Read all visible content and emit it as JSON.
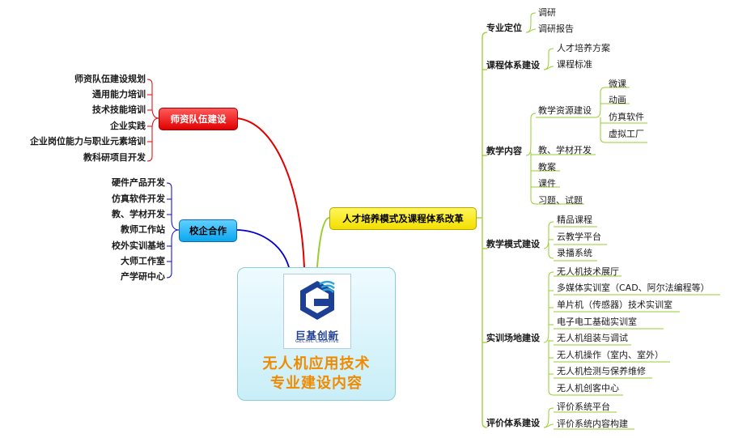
{
  "center": {
    "logo_cn": "巨基创新",
    "logo_en": "GECHIC CREATIVE",
    "title_line1": "无人机应用技术",
    "title_line2": "专业建设内容"
  },
  "colors": {
    "teacher_branch": "#e00000",
    "school_branch": "#0000cc",
    "talent_branch": "#9acd32"
  },
  "teacher": {
    "label": "师资队伍建设",
    "items": [
      "师资队伍建设规划",
      "通用能力培训",
      "技术技能培训",
      "企业实践",
      "企业岗位能力与职业元素培训",
      "教科研项目开发"
    ]
  },
  "school": {
    "label": "校企合作",
    "items": [
      "硬件产品开发",
      "仿真软件开发",
      "教、学材开发",
      "教师工作站",
      "校外实训基地",
      "大师工作室",
      "产学研中心"
    ]
  },
  "talent": {
    "label": "人才培养模式及课程体系改革",
    "g1": {
      "label": "专业定位",
      "items": [
        "调研",
        "调研报告"
      ]
    },
    "g2": {
      "label": "课程体系建设",
      "items": [
        "人才培养方案",
        "课程标准"
      ]
    },
    "g3": {
      "label": "教学内容",
      "sub": {
        "label": "教学资源建设",
        "items": [
          "微课",
          "动画",
          "仿真软件",
          "虚拟工厂"
        ]
      },
      "items": [
        "教、学材开发",
        "教案",
        "课件",
        "习题、试题"
      ]
    },
    "g4": {
      "label": "教学模式建设",
      "items": [
        "精品课程",
        "云教学平台",
        "录播系统"
      ]
    },
    "g5": {
      "label": "实训场地建设",
      "items": [
        "无人机技术展厅",
        "多媒体实训室（CAD、阿尔法编程等）",
        "单片机（传感器）技术实训室",
        "电子电工基础实训室",
        "无人机组装与调试",
        "无人机操作（室内、室外）",
        "无人机检测与保养维修",
        "无人机创客中心"
      ]
    },
    "g6": {
      "label": "评价体系建设",
      "items": [
        "评价系统平台",
        "评价系统内容构建"
      ]
    }
  }
}
